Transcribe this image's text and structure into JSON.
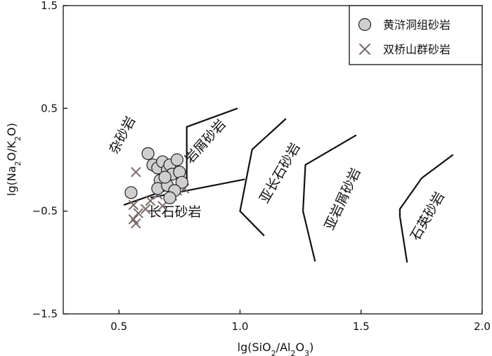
{
  "chart_data": {
    "type": "scatter",
    "title": "",
    "xlabel": "lg(SiO₂/Al₂O₃)",
    "ylabel": "lg(Na₂O/K₂O)",
    "xlim": [
      0.27,
      2.0
    ],
    "ylim": [
      -1.5,
      1.5
    ],
    "x_ticks": [
      "0.5",
      "1.0",
      "1.5",
      "2.0"
    ],
    "y_ticks": [
      "1.5",
      "0.5",
      "−0.5",
      "−1.5"
    ],
    "grid": false,
    "legend_position": "top-right",
    "series": [
      {
        "name": "黄浒洞组砂岩",
        "marker": "circle",
        "color": "#cfcfcf",
        "points": [
          [
            0.55,
            -0.32
          ],
          [
            0.62,
            0.06
          ],
          [
            0.64,
            -0.05
          ],
          [
            0.66,
            -0.08
          ],
          [
            0.67,
            -0.2
          ],
          [
            0.68,
            -0.02
          ],
          [
            0.7,
            -0.1
          ],
          [
            0.71,
            -0.05
          ],
          [
            0.72,
            -0.14
          ],
          [
            0.74,
            0.0
          ],
          [
            0.75,
            -0.12
          ],
          [
            0.76,
            -0.22
          ],
          [
            0.66,
            -0.28
          ],
          [
            0.7,
            -0.25
          ],
          [
            0.73,
            -0.3
          ],
          [
            0.71,
            -0.37
          ],
          [
            0.69,
            -0.17
          ]
        ]
      },
      {
        "name": "双桥山群砂岩",
        "marker": "x",
        "color": "#7a6a6a",
        "points": [
          [
            0.57,
            -0.12
          ],
          [
            0.56,
            -0.44
          ],
          [
            0.58,
            -0.52
          ],
          [
            0.56,
            -0.58
          ],
          [
            0.61,
            -0.48
          ],
          [
            0.63,
            -0.4
          ],
          [
            0.66,
            -0.34
          ],
          [
            0.68,
            -0.45
          ],
          [
            0.72,
            -0.35
          ],
          [
            0.74,
            -0.3
          ],
          [
            0.77,
            -0.28
          ],
          [
            0.69,
            -0.24
          ],
          [
            0.57,
            -0.62
          ]
        ]
      }
    ],
    "boundaries": [
      [
        [
          0.52,
          -0.44
        ],
        [
          0.75,
          -0.25
        ],
        [
          0.78,
          -0.2
        ],
        [
          0.78,
          0.32
        ],
        [
          0.99,
          0.5
        ]
      ],
      [
        [
          0.63,
          -0.37
        ],
        [
          1.02,
          -0.19
        ]
      ],
      [
        [
          1.19,
          0.4
        ],
        [
          1.05,
          0.1
        ],
        [
          1.0,
          -0.5
        ],
        [
          1.1,
          -0.74
        ]
      ],
      [
        [
          1.48,
          0.24
        ],
        [
          1.27,
          -0.05
        ],
        [
          1.26,
          -0.5
        ],
        [
          1.31,
          -0.99
        ]
      ],
      [
        [
          1.88,
          0.05
        ],
        [
          1.75,
          -0.18
        ],
        [
          1.66,
          -0.48
        ],
        [
          1.66,
          -0.55
        ],
        [
          1.69,
          -1.0
        ]
      ]
    ],
    "region_labels": [
      {
        "text": "杂砂岩",
        "x": 0.53,
        "y": 0.22,
        "rotate": -62
      },
      {
        "text": "岩屑砂岩",
        "x": 0.87,
        "y": 0.15,
        "rotate": -48
      },
      {
        "text": "长石砂岩",
        "x": 0.73,
        "y": -0.55,
        "rotate": 0
      },
      {
        "text": "亚长石砂岩",
        "x": 1.18,
        "y": -0.15,
        "rotate": -60
      },
      {
        "text": "亚岩屑砂岩",
        "x": 1.44,
        "y": -0.4,
        "rotate": -65
      },
      {
        "text": "石英砂岩",
        "x": 1.79,
        "y": -0.57,
        "rotate": -60
      }
    ]
  }
}
